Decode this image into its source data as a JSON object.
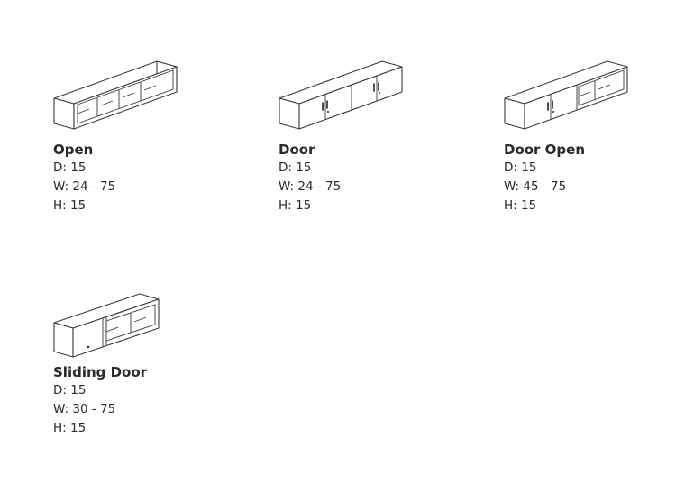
{
  "products": [
    {
      "icon": "open-shelf-icon",
      "name": "Open",
      "specs": [
        "D: 15",
        "W: 24 - 75",
        "H: 15"
      ]
    },
    {
      "icon": "door-cabinet-icon",
      "name": "Door",
      "specs": [
        "D: 15",
        "W: 24 - 75",
        "H: 15"
      ]
    },
    {
      "icon": "door-open-cabinet-icon",
      "name": "Door Open",
      "specs": [
        "D: 15",
        "W: 45 - 75",
        "H: 15"
      ]
    },
    {
      "icon": "sliding-door-cabinet-icon",
      "name": "Sliding Door",
      "specs": [
        "D: 15",
        "W: 30 - 75",
        "H: 15"
      ]
    }
  ]
}
